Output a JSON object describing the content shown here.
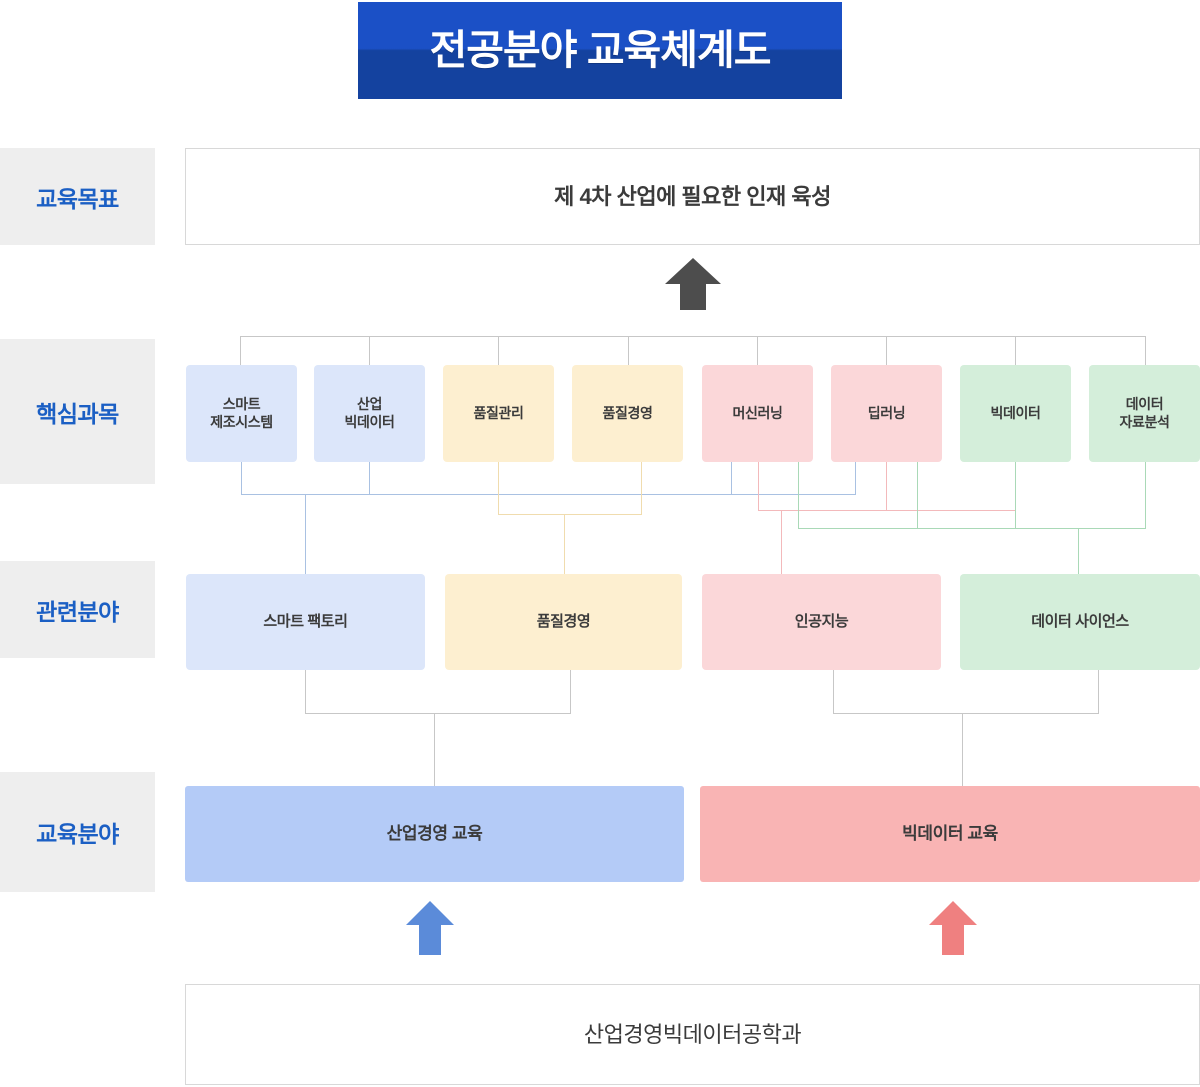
{
  "title": {
    "text": "전공분야 교육체계도"
  },
  "rows": {
    "goal_label": "교육목표",
    "core_label": "핵심과목",
    "related_label": "관련분야",
    "edu_label": "교육분야"
  },
  "goal": {
    "text": "제 4차 산업에 필요한 인재 육성"
  },
  "core_subjects": [
    {
      "label": "스마트\n제조시스템",
      "line1": "스마트",
      "line2": "제조시스템",
      "color": "#dce6fa",
      "group": "blue"
    },
    {
      "label": "산업\n빅데이터",
      "line1": "산업",
      "line2": "빅데이터",
      "color": "#dce6fa",
      "group": "blue"
    },
    {
      "label": "품질관리",
      "line1": "품질관리",
      "line2": "",
      "color": "#fdefd0",
      "group": "yellow"
    },
    {
      "label": "품질경영",
      "line1": "품질경영",
      "line2": "",
      "color": "#fdefd0",
      "group": "yellow"
    },
    {
      "label": "머신러닝",
      "line1": "머신러닝",
      "line2": "",
      "color": "#fbd7d9",
      "group": "pink"
    },
    {
      "label": "딥러닝",
      "line1": "딥러닝",
      "line2": "",
      "color": "#fbd7d9",
      "group": "pink"
    },
    {
      "label": "빅데이터",
      "line1": "빅데이터",
      "line2": "",
      "color": "#d4eeda",
      "group": "green"
    },
    {
      "label": "데이터\n자료분석",
      "line1": "데이터",
      "line2": "자료분석",
      "color": "#d4eeda",
      "group": "green"
    }
  ],
  "related_fields": [
    {
      "label": "스마트 팩토리",
      "color": "#dce6fa"
    },
    {
      "label": "품질경영",
      "color": "#fdefd0"
    },
    {
      "label": "인공지능",
      "color": "#fbd7d9"
    },
    {
      "label": "데이터 사이언스",
      "color": "#d4eeda"
    }
  ],
  "education_fields": [
    {
      "label": "산업경영 교육",
      "color": "#b4cbf7",
      "arrow_color": "#5b8bd9"
    },
    {
      "label": "빅데이터 교육",
      "color": "#f9b4b4",
      "arrow_color": "#ef8080"
    }
  ],
  "department": {
    "text": "산업경영빅데이터공학과"
  },
  "colors": {
    "title_bg": "#1a4fc4",
    "title_text": "#ffffff",
    "label_bg": "#eeeeee",
    "label_text": "#1b5fc4",
    "goal_arrow": "#4d4d4d",
    "connector_gray": "#c7c7c7"
  }
}
